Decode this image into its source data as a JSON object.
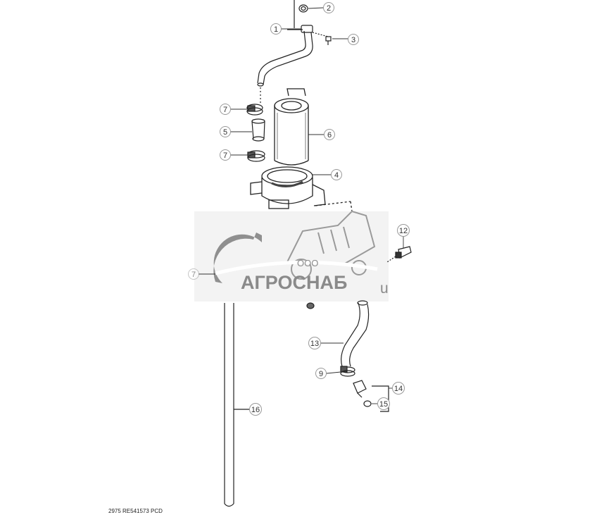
{
  "callouts": [
    "1",
    "2",
    "3",
    "4",
    "5",
    "6",
    "7",
    "7",
    "7",
    "9",
    "12",
    "13",
    "14",
    "15",
    "16"
  ],
  "watermark": {
    "company_prefix": "ООО",
    "company_name": "АГРОСНАБ",
    "trailing_letter": "u"
  },
  "footer": {
    "code": "2975  RE541573  PCD"
  }
}
